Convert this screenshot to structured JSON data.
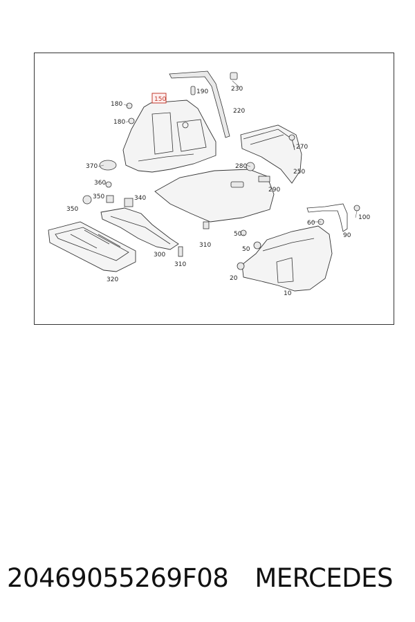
{
  "diagram": {
    "highlight_color": "#c0392b",
    "callouts": {
      "c10": "10",
      "c20": "20",
      "c50a": "50",
      "c50b": "50",
      "c60": "60",
      "c90": "90",
      "c100": "100",
      "c150": "150",
      "c180a": "180",
      "c180b": "180",
      "c190": "190",
      "c220": "220",
      "c230": "230",
      "c250": "250",
      "c270": "270",
      "c280": "280",
      "c290": "290",
      "c300": "300",
      "c310a": "310",
      "c310b": "310",
      "c320": "320",
      "c340": "340",
      "c350a": "350",
      "c350b": "350",
      "c360": "360",
      "c370": "370"
    }
  },
  "footer": {
    "part_number": "20469055269F08",
    "brand": "MERCEDES"
  }
}
